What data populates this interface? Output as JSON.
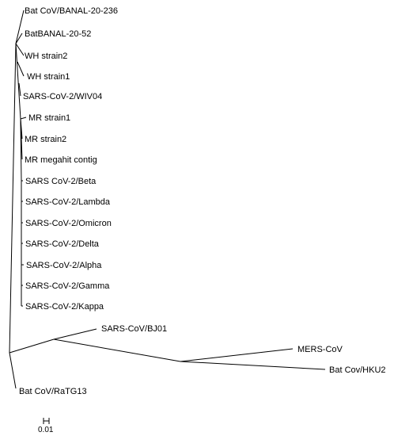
{
  "tree": {
    "line_color": "#000000",
    "leaves": {
      "banal236": "Bat CoV/BANAL-20-236",
      "banal52": "BatBANAL-20-52",
      "wh2": "WH strain2",
      "wh1": "WH strain1",
      "wiv04": "SARS-CoV-2/WIV04",
      "mr1": "MR strain1",
      "mr2": "MR strain2",
      "mrmeg": "MR megahit contig",
      "beta": "SARS CoV-2/Beta",
      "lambda": "SARS-CoV-2/Lambda",
      "omicron": "SARS-CoV-2/Omicron",
      "delta": "SARS-CoV-2/Delta",
      "alpha": "SARS-CoV-2/Alpha",
      "gamma": "SARS-CoV-2/Gamma",
      "kappa": "SARS-CoV-2/Kappa",
      "bj01": "SARS-CoV/BJ01",
      "mers": "MERS-CoV",
      "hku2": "Bat Cov/HKU2",
      "ratg13": "Bat CoV/RaTG13"
    },
    "scale_bar": {
      "label": "0.01"
    }
  }
}
